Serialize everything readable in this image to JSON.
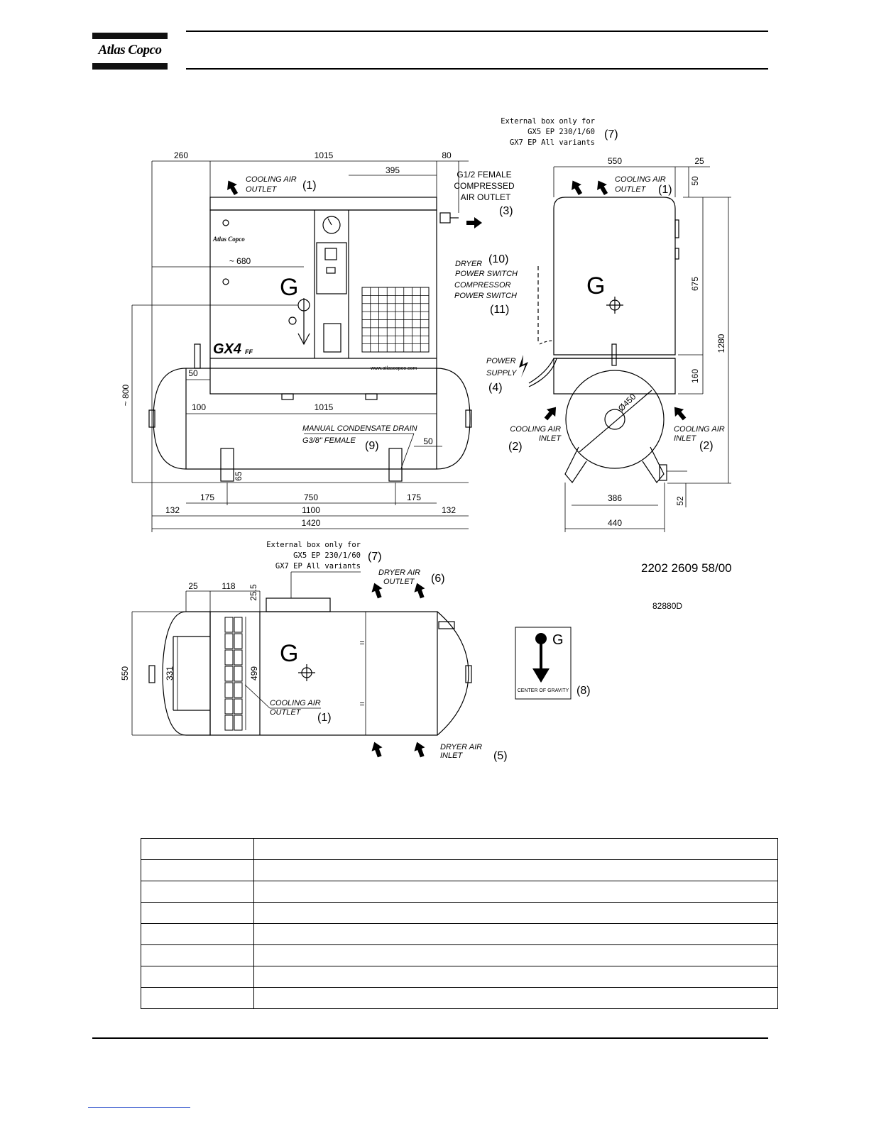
{
  "brand": {
    "name": "Atlas Copco"
  },
  "drawing": {
    "part_number": "2202 2609 58/00",
    "drawing_number": "82880D",
    "center_of_gravity_symbol": "G",
    "model": "GX4",
    "model_suffix": "FF",
    "website": "www.atlascopco.com",
    "external_box_note": [
      "External box only for",
      "GX5 EP 230/1/60",
      "GX7 EP All variants"
    ],
    "labels": {
      "cooling_air_outlet": [
        "COOLING AIR",
        "OUTLET"
      ],
      "cooling_air_inlet": [
        "COOLING AIR",
        "INLET"
      ],
      "compressed_air_outlet": [
        "G1/2 FEMALE",
        "COMPRESSED",
        "AIR OUTLET"
      ],
      "power_supply": [
        "POWER",
        "SUPPLY"
      ],
      "dryer_air_outlet": [
        "DRYER AIR",
        "OUTLET"
      ],
      "dryer_air_inlet": [
        "DRYER AIR",
        "INLET"
      ],
      "dryer_power_switch": [
        "DRYER",
        "POWER SWITCH"
      ],
      "compressor_power_switch": [
        "COMPRESSOR",
        "POWER SWITCH"
      ],
      "manual_condensate_drain": [
        "MANUAL CONDENSATE DRAIN",
        "G3/8\" FEMALE"
      ],
      "center_of_gravity": "CENTER OF GRAVITY"
    },
    "callouts": [
      "(1)",
      "(2)",
      "(3)",
      "(4)",
      "(5)",
      "(6)",
      "(7)",
      "(8)",
      "(9)",
      "(10)",
      "(11)"
    ],
    "dimensions": {
      "front": [
        "260",
        "1015",
        "80",
        "395",
        "~ 680",
        "~ 800",
        "50",
        "100",
        "1015",
        "50",
        "65",
        "175",
        "750",
        "175",
        "132",
        "1100",
        "132",
        "1420"
      ],
      "side": [
        "550",
        "25",
        "50",
        "675",
        "160",
        "1280",
        "Ø450",
        "386",
        "52",
        "440"
      ],
      "top": [
        "25",
        "118",
        "25.5",
        "550",
        "331",
        "499",
        "=",
        "="
      ]
    }
  },
  "table": {
    "rows": [
      [
        "",
        ""
      ],
      [
        "",
        ""
      ],
      [
        "",
        ""
      ],
      [
        "",
        ""
      ],
      [
        "",
        ""
      ],
      [
        "",
        ""
      ],
      [
        "",
        ""
      ],
      [
        "",
        ""
      ]
    ]
  }
}
